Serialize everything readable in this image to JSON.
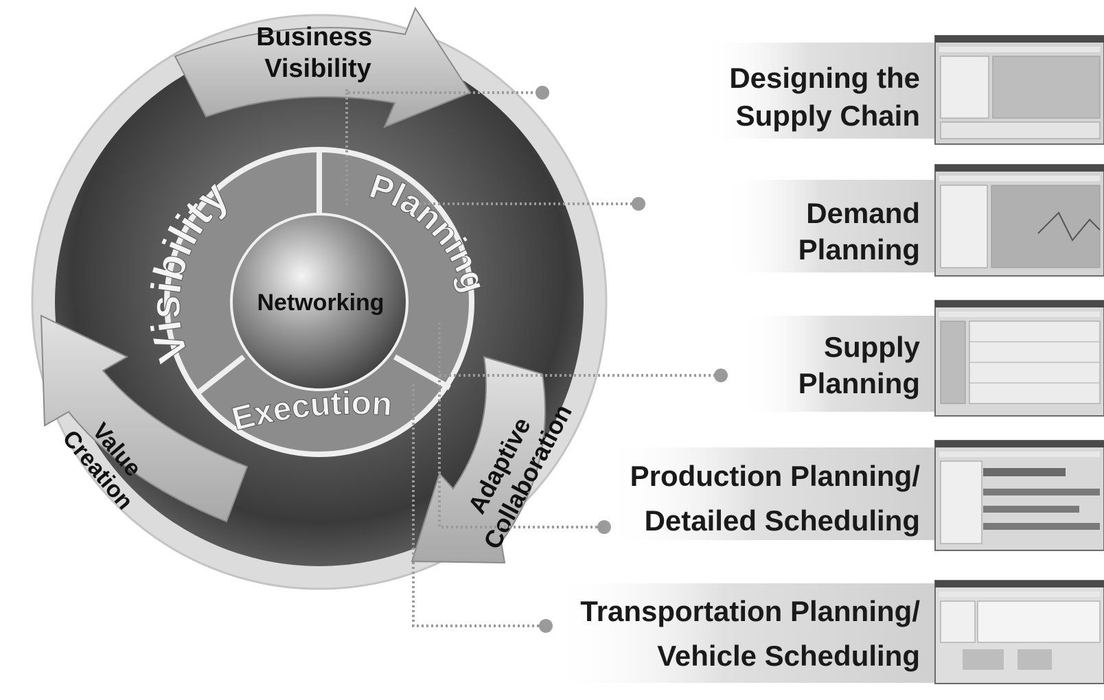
{
  "cycle": {
    "arrows": [
      {
        "id": "business-visibility",
        "lines": [
          "Business",
          "Visibility"
        ]
      },
      {
        "id": "adaptive-collaboration",
        "lines": [
          "Adaptive",
          "Collaboration"
        ]
      },
      {
        "id": "value-creation",
        "lines": [
          "Value",
          "Creation"
        ]
      }
    ],
    "segments": {
      "visibility": "Visibility",
      "planning": "Planning",
      "execution": "Execution"
    },
    "core": "Networking"
  },
  "steps": [
    {
      "lines": [
        "Designing the",
        "Supply Chain"
      ]
    },
    {
      "lines": [
        "Demand",
        "Planning"
      ]
    },
    {
      "lines": [
        "Supply",
        "Planning"
      ]
    },
    {
      "lines": [
        "Production Planning/",
        "Detailed Scheduling"
      ]
    },
    {
      "lines": [
        "Transportation Planning/",
        "Vehicle Scheduling"
      ]
    }
  ],
  "colors": {
    "ring": "#4a4a4a",
    "arrow": "#c8c8c8",
    "segment": "#8a8a8a",
    "core": "#7a7a7a",
    "band": "#d6d6d6",
    "dots": "#9a9a9a"
  }
}
